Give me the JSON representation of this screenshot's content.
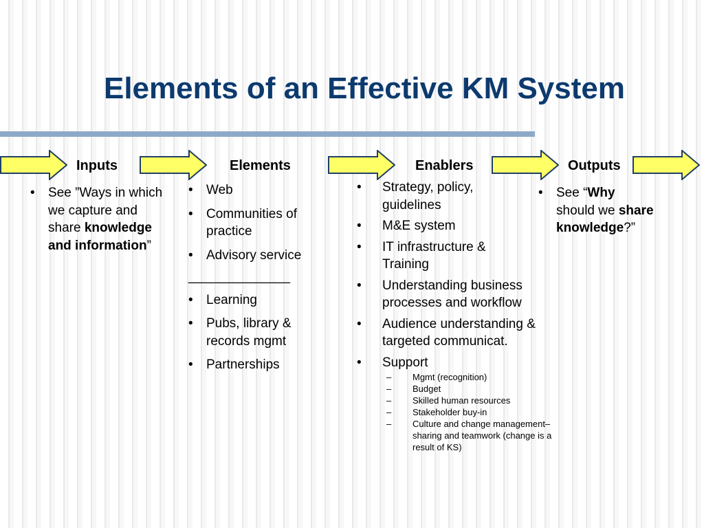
{
  "title": "Elements of an Effective KM System",
  "colors": {
    "title": "#0d3a6e",
    "rule": "#8ea9c8",
    "arrow_fill": "#ffff66",
    "arrow_stroke": "#1f3f66"
  },
  "headers": [
    "Inputs",
    "Elements",
    "Enablers",
    "Outputs"
  ],
  "inputs": {
    "pre": "See ”Ways in which we capture and share ",
    "bold": "knowledge and information",
    "post": "”"
  },
  "elements": {
    "group1": [
      "Web",
      "Communities of practice",
      "Advisory service"
    ],
    "separator": "______________",
    "group2": [
      "Learning",
      "Pubs, library & records mgmt",
      "Partnerships"
    ]
  },
  "enablers": {
    "items": [
      "Strategy, policy, guidelines",
      "M&E system",
      "IT infrastructure & Training",
      "Understanding business processes and workflow",
      "Audience understanding & targeted communicat.",
      "Support"
    ],
    "support_items": [
      "Mgmt (recognition)",
      "Budget",
      "Skilled human resources",
      "Stakeholder buy-in",
      "Culture and change management– sharing and teamwork (change is a result of KS)"
    ]
  },
  "outputs": {
    "t1": "See “",
    "b1": "Why",
    "t2": " should we ",
    "b2": "share knowledge",
    "t3": "?”"
  }
}
